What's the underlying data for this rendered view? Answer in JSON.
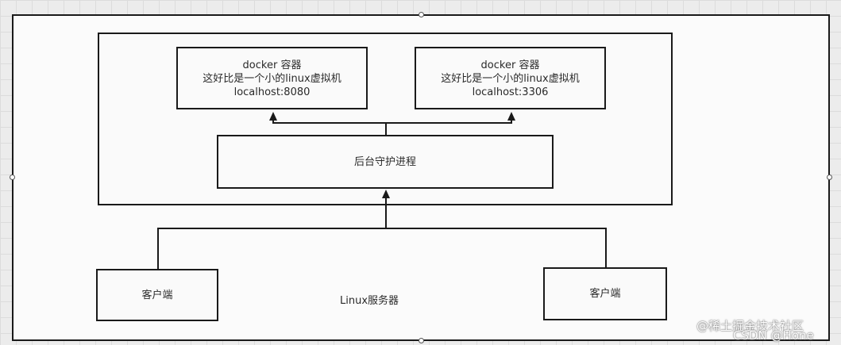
{
  "diagram": {
    "container_label": "Linux服务器",
    "containers": [
      {
        "lines": [
          "docker 容器",
          "这好比是一个小的linux虚拟机",
          "localhost:8080"
        ]
      },
      {
        "lines": [
          "docker 容器",
          "这好比是一个小的linux虚拟机",
          "localhost:3306"
        ]
      }
    ],
    "daemon_label": "后台守护进程",
    "clients": [
      {
        "label": "客户端"
      },
      {
        "label": "客户端"
      }
    ]
  },
  "watermark": {
    "line1": "@稀土掘金技术社区",
    "line2": "CSDN @Hone"
  }
}
